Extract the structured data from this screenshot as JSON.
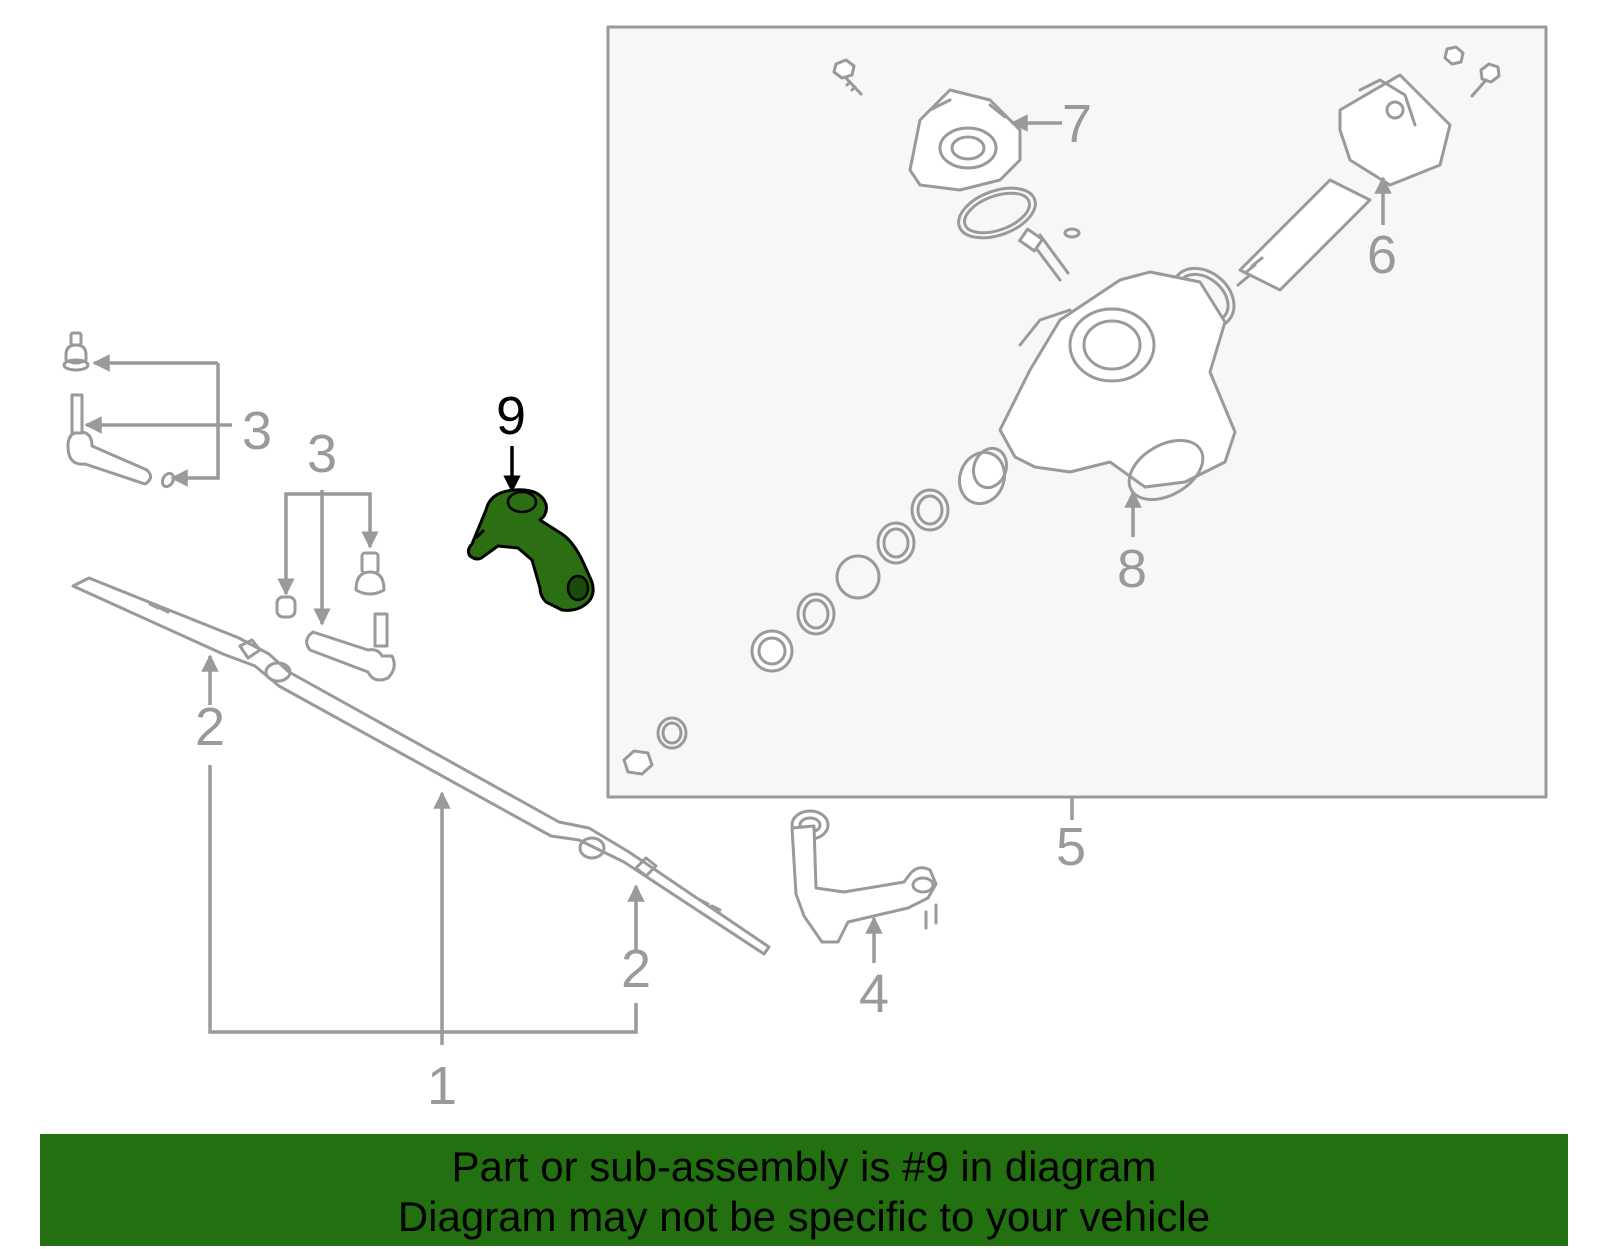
{
  "diagram": {
    "callouts": {
      "c1": "1",
      "c2a": "2",
      "c2b": "2",
      "c3a": "3",
      "c3b": "3",
      "c4": "4",
      "c5": "5",
      "c6": "6",
      "c7": "7",
      "c8": "8",
      "c9": "9"
    },
    "highlighted_part": "9",
    "colors": {
      "line_art": "#9a9a9a",
      "highlight_fill": "#2c6e12",
      "banner_background": "#237010",
      "inset_background": "#f7f7f7"
    }
  },
  "banner": {
    "line1": "Part or sub-assembly is #9 in diagram",
    "line2": "Diagram may not be specific to your vehicle"
  }
}
